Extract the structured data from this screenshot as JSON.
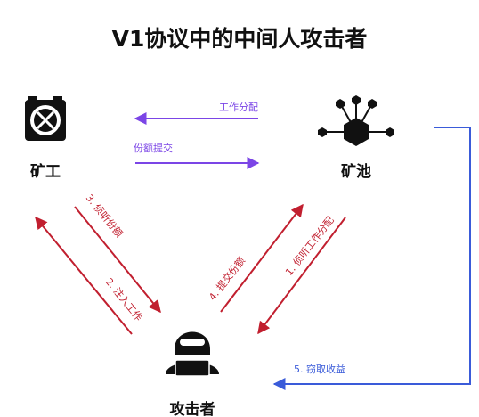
{
  "title": "V1协议中的中间人攻击者",
  "nodes": {
    "miner": {
      "label": "矿工",
      "icon": "miner-icon"
    },
    "pool": {
      "label": "矿池",
      "icon": "pool-network-icon"
    },
    "attacker": {
      "label": "攻击者",
      "icon": "hacker-icon"
    }
  },
  "edges": {
    "work_distribution": "工作分配",
    "share_submission": "份额提交",
    "step1": "1. 侦听工作分配",
    "step2": "2. 注入工作",
    "step3": "3. 侦听份额",
    "step4": "4. 提交份额",
    "step5": "5. 窃取收益"
  },
  "colors": {
    "purple": "#7b45e6",
    "red": "#c11f2f",
    "blue": "#3a5bd9",
    "icon": "#111111"
  }
}
